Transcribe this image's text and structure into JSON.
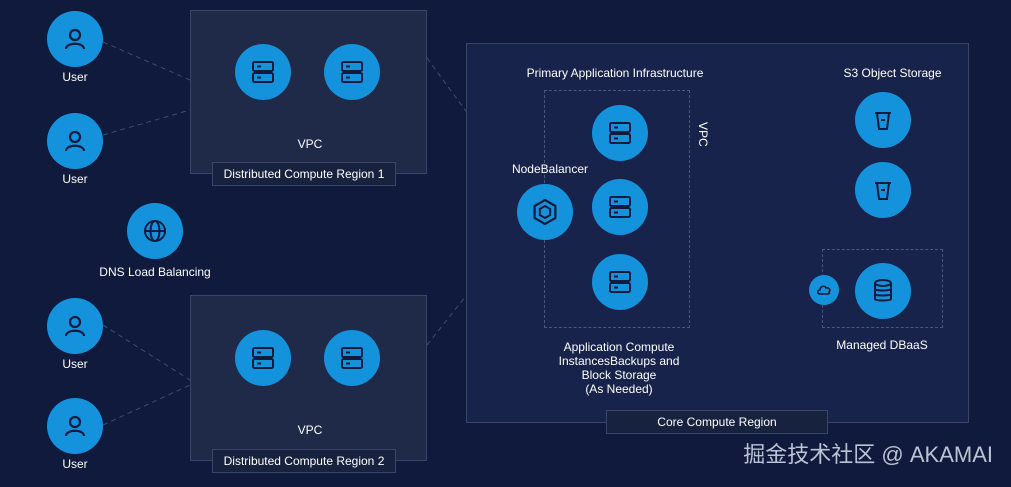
{
  "users": [
    {
      "label": "User"
    },
    {
      "label": "User"
    },
    {
      "label": "User"
    },
    {
      "label": "User"
    }
  ],
  "dns": {
    "label": "DNS Load Balancing"
  },
  "region1": {
    "vpc": "VPC",
    "name": "Distributed Compute Region 1"
  },
  "region2": {
    "vpc": "VPC",
    "name": "Distributed Compute Region 2"
  },
  "core": {
    "title": "Primary Application Infrastructure",
    "vpc": "VPC",
    "nodebalancer": "NodeBalancer",
    "compute_label": [
      "Application Compute",
      "InstancesBackups and",
      "Block Storage",
      "(As Needed)"
    ],
    "s3": "S3 Object Storage",
    "dbaas": "Managed DBaaS",
    "name": "Core Compute Region"
  },
  "watermark": "掘金技术社区 @ AKAMAI",
  "colors": {
    "background": "#0f1a3c",
    "accent": "#1592dc",
    "region": "#1f2a48"
  }
}
